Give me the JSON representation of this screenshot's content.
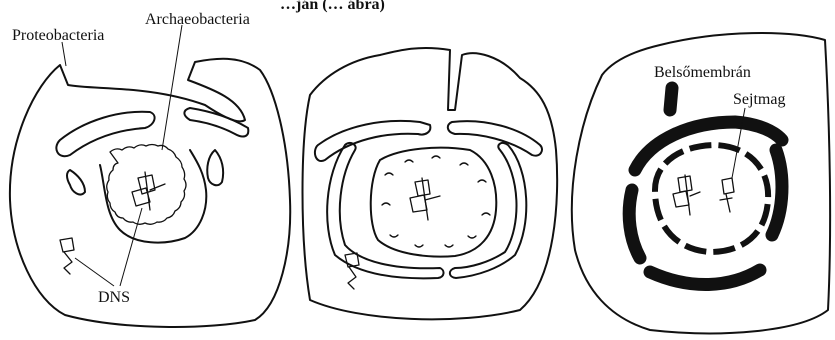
{
  "header": {
    "caption_fragment": "…ján (… ábra)"
  },
  "labels": {
    "proteobacteria": "Proteobacteria",
    "archaeobacteria": "Archaeobacteria",
    "dns": "DNS",
    "inner_membrane": "Belsőmembrán",
    "nucleus": "Sejtmag"
  },
  "panels": [
    {
      "stage": 1,
      "description_labels": [
        "Proteobacteria",
        "Archaeobacteria",
        "DNS"
      ]
    },
    {
      "stage": 2,
      "description_labels": []
    },
    {
      "stage": 3,
      "description_labels": [
        "Belsőmembrán",
        "Sejtmag"
      ]
    }
  ],
  "colors": {
    "ink": "#111111",
    "background": "#ffffff"
  }
}
